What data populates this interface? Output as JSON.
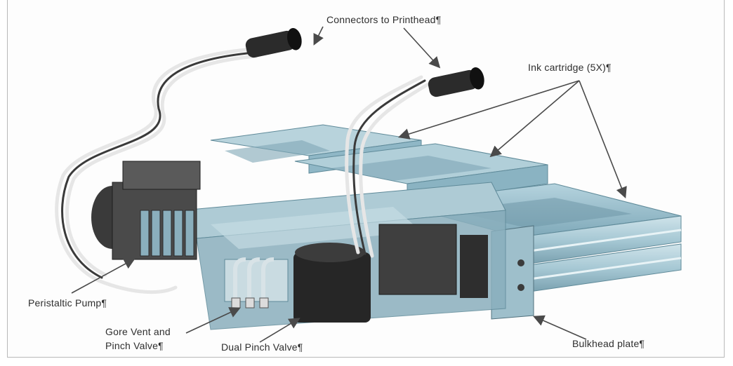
{
  "labels": {
    "connectors": "Connectors to Printhead¶",
    "ink_cartridge": "Ink cartridge (5X)¶",
    "peristaltic_pump": "Peristaltic Pump¶",
    "gore_vent_line1": "Gore Vent and",
    "gore_vent_line2": "Pinch Valve¶",
    "dual_pinch_valve": "Dual Pinch Valve¶",
    "bulkhead_plate": "Bulkhead plate¶"
  },
  "colors": {
    "cartridge_body": "#8fb7c6",
    "cartridge_top": "#a9cbd8",
    "cartridge_shadow": "#5f8a99",
    "dark_part": "#2a2a2a",
    "tube_light": "#e6e6e6",
    "tube_dark": "#3a3a3a",
    "arrow": "#4a4a4a",
    "text": "#2e2e2e"
  }
}
